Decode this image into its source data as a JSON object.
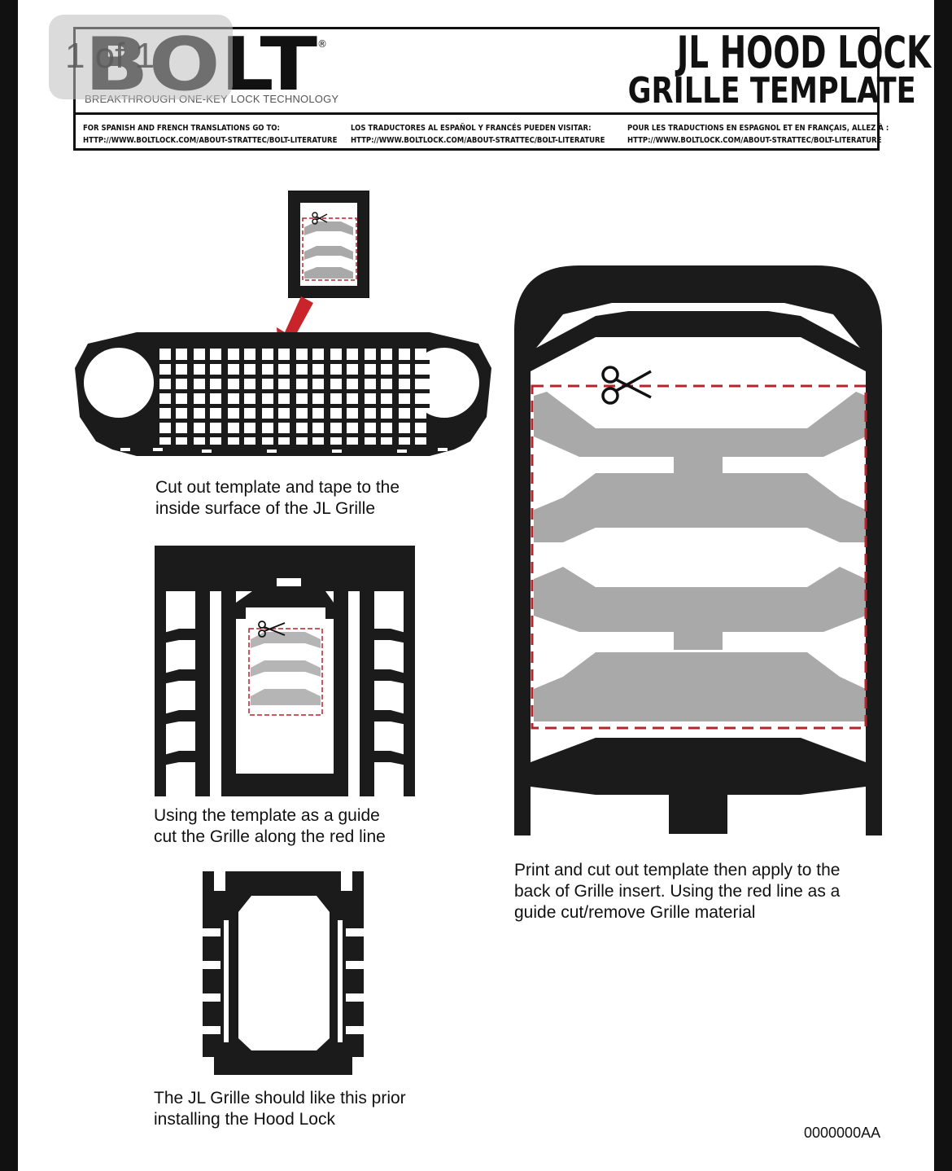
{
  "header": {
    "brand": "BOLT",
    "brand_mark": "®",
    "tagline": "BREAKTHROUGH ONE-KEY LOCK TECHNOLOGY",
    "title_line1": "JL HOOD LOCK",
    "title_line2": "GRILLE TEMPLATE",
    "translations": [
      {
        "line1": "FOR SPANISH AND FRENCH TRANSLATIONS GO TO:",
        "line2": "HTTP://WWW.BOLTLOCK.COM/ABOUT-STRATTEC/BOLT-LITERATURE"
      },
      {
        "line1": "LOS TRADUCTORES AL ESPAÑOL Y FRANCÉS PUEDEN VISITAR:",
        "line2": "HTTP://WWW.BOLTLOCK.COM/ABOUT-STRATTEC/BOLT-LITERATURE"
      },
      {
        "line1": "POUR LES TRADUCTIONS EN ESPAGNOL ET EN FRANÇAIS, ALLEZ À :",
        "line2": "HTTP://WWW.BOLTLOCK.COM/ABOUT-STRATTEC/BOLT-LITERATURE"
      }
    ]
  },
  "page_indicator": "1 of 1",
  "steps": [
    {
      "line1": "Cut out template and tape to the",
      "line2": "inside surface of the JL Grille"
    },
    {
      "line1": "Using the template as a guide",
      "line2": "cut the Grille along the red line"
    },
    {
      "line1": "The JL Grille should like this prior",
      "line2": "installing the Hood Lock"
    }
  ],
  "template_note": {
    "line1": "Print and cut out template then apply to the",
    "line2": "back of Grille insert. Using the red line as a",
    "line3": "guide cut/remove Grille material"
  },
  "doc_code": "0000000AA",
  "colors": {
    "cut_line": "#b3242b",
    "arrow": "#c8242a",
    "grille": "#1b1b1b",
    "template_fill": "#a9a9a9"
  }
}
